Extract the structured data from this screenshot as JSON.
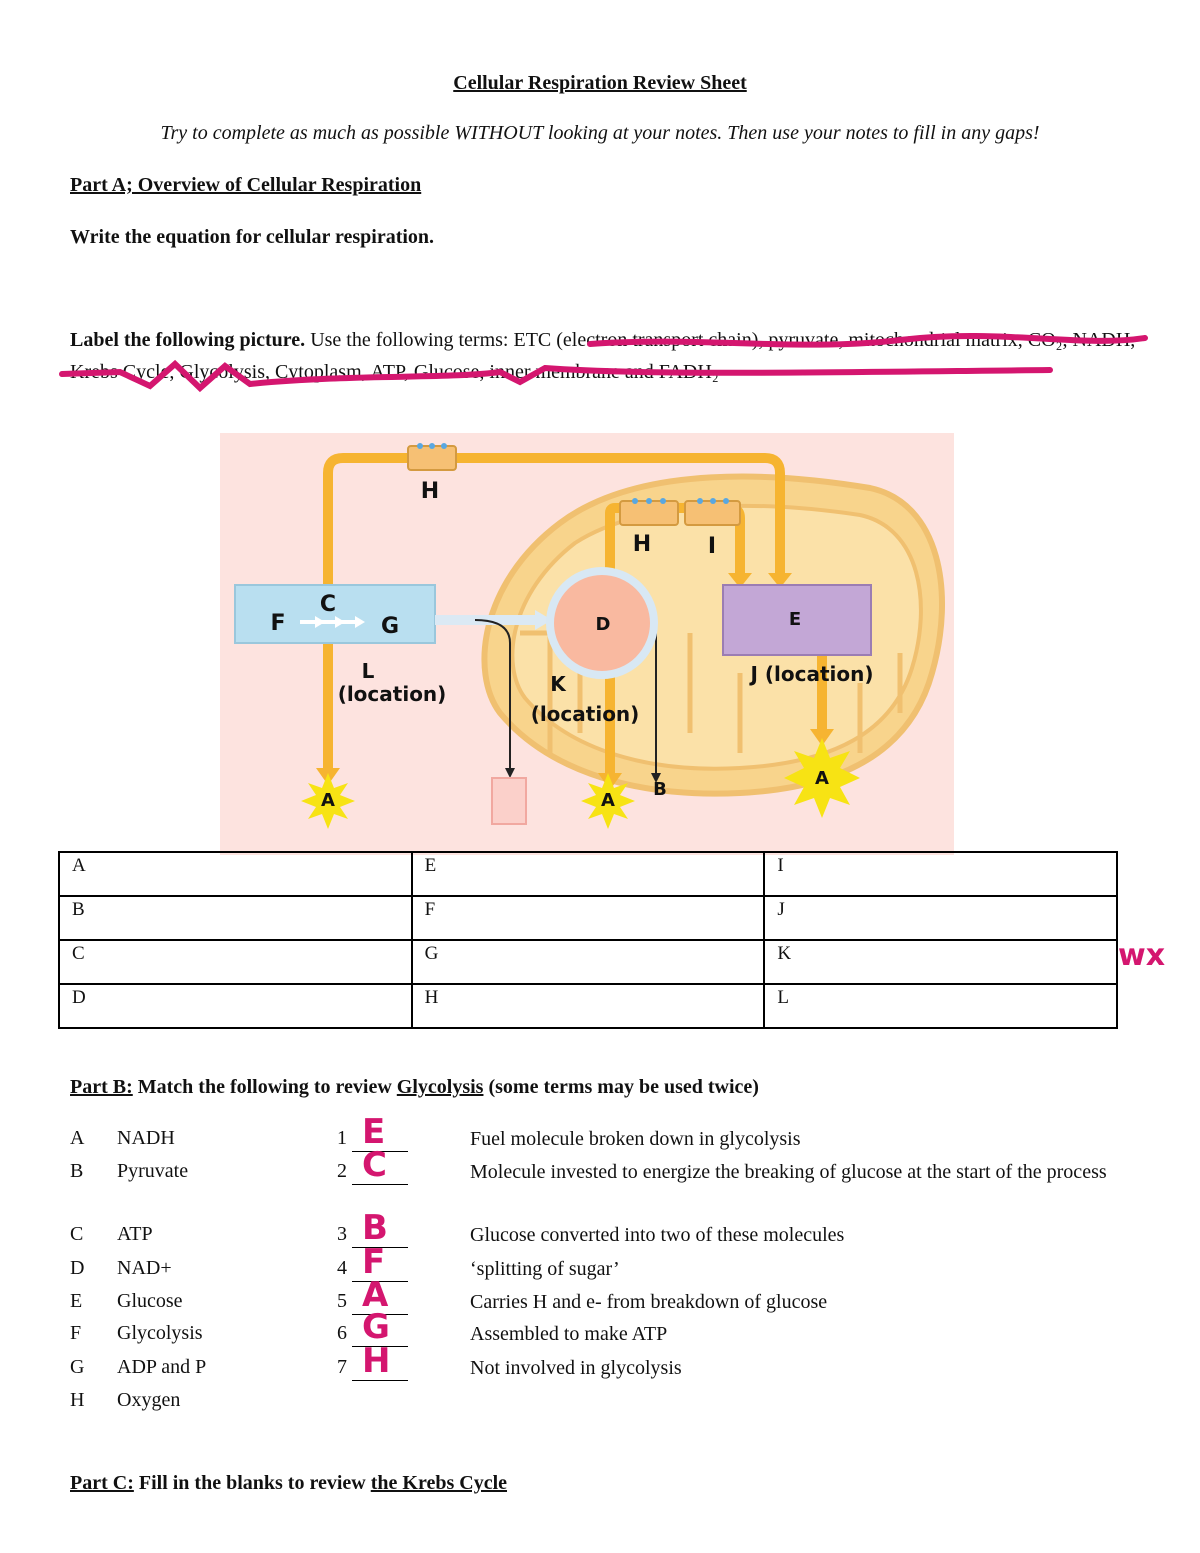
{
  "title": "Cellular Respiration Review Sheet",
  "subtitle": "Try to complete as much as possible WITHOUT looking at your notes.  Then use your notes to fill in any gaps!",
  "partA": {
    "heading": "Part A;  Overview of Cellular Respiration",
    "equation_prompt": "Write the equation for cellular respiration.",
    "label_prompt_bold": "Label the following picture.",
    "label_prompt_rest": "  Use the following terms: ETC (electron transport chain), pyruvate, mitochondrial matrix, CO₂, NADH, Krebs Cycle, Glycolysis, Cytoplasm, ATP, Glucose, inner membrane and FADH₂"
  },
  "diagram": {
    "labels": {
      "H_top": "H",
      "H_mid": "H",
      "I": "I",
      "C": "C",
      "F": "F",
      "G": "G",
      "D": "D",
      "E": "E",
      "L": "L",
      "L_loc": "(location)",
      "K": "K",
      "K_loc": "(location)",
      "J": "J (location)",
      "A1": "A",
      "A2": "A",
      "A3": "A",
      "B": "B"
    },
    "colors": {
      "background": "#fde3df",
      "mito": "#f8d48c",
      "arrow": "#f6b431",
      "box_blue": "#b9dff0",
      "box_purple": "#c3a7d6",
      "krebs": "#f9b9a0",
      "star": "#f7e314"
    }
  },
  "table": {
    "rows": [
      [
        "A",
        "E",
        "I"
      ],
      [
        "B",
        "F",
        "J"
      ],
      [
        "C",
        "G",
        "K"
      ],
      [
        "D",
        "H",
        "L"
      ]
    ]
  },
  "partB": {
    "heading_part": "Part B:",
    "heading_mid": "  Match the following to review ",
    "heading_topic": "Glycolysis",
    "heading_end": " (some terms may be used twice)",
    "terms": [
      {
        "letter": "A",
        "term": "NADH"
      },
      {
        "letter": "B",
        "term": "Pyruvate"
      },
      {
        "letter": "C",
        "term": "ATP"
      },
      {
        "letter": "D",
        "term": "NAD+"
      },
      {
        "letter": "E",
        "term": "Glucose"
      },
      {
        "letter": "F",
        "term": "Glycolysis"
      },
      {
        "letter": "G",
        "term": "ADP and P"
      },
      {
        "letter": "H",
        "term": "Oxygen"
      }
    ],
    "items": [
      {
        "num": "1",
        "answer": "E",
        "desc": "Fuel molecule broken down in glycolysis"
      },
      {
        "num": "2",
        "answer": "C",
        "desc": "Molecule invested to energize the breaking of glucose at the start of the process"
      },
      {
        "num": "3",
        "answer": "B",
        "desc": "Glucose converted into two of these molecules"
      },
      {
        "num": "4",
        "answer": "F",
        "desc": "‘splitting of sugar’"
      },
      {
        "num": "5",
        "answer": "A",
        "desc": "Carries H and e- from breakdown of glucose"
      },
      {
        "num": "6",
        "answer": "G",
        "desc": "Assembled to make ATP"
      },
      {
        "num": "7",
        "answer": "H",
        "desc": "Not involved in glycolysis"
      }
    ]
  },
  "partC": {
    "heading_part": "Part C:",
    "heading_mid": "  Fill in the blanks to review ",
    "heading_topic": "the Krebs Cycle"
  },
  "margin_scribble": "wx"
}
